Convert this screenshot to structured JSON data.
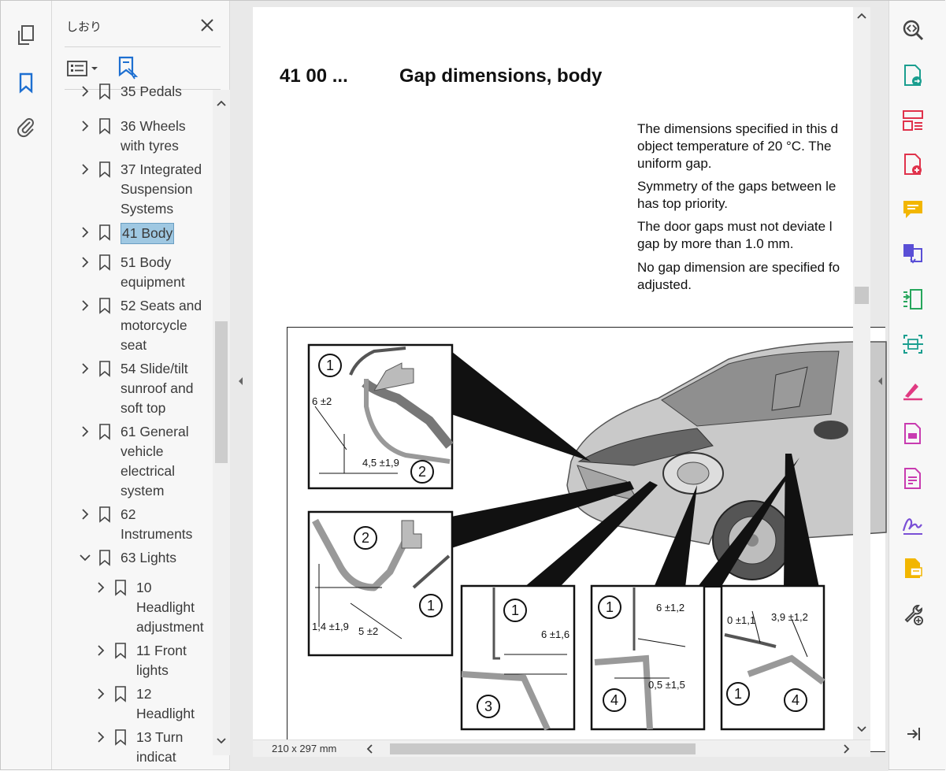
{
  "left_rail": {
    "icons": [
      "pages-icon",
      "bookmark-icon",
      "attachment-icon"
    ]
  },
  "bookmarks_panel": {
    "title": "しおり",
    "items": [
      {
        "label": "35 Pedals",
        "level": 0,
        "expanded": false
      },
      {
        "label": "36 Wheels\nwith tyres",
        "level": 0,
        "expanded": false
      },
      {
        "label": "37 Integrated\nSuspension\nSystems",
        "level": 0,
        "expanded": false
      },
      {
        "label": "41 Body",
        "level": 0,
        "expanded": false,
        "selected": true
      },
      {
        "label": "51 Body\nequipment",
        "level": 0,
        "expanded": false
      },
      {
        "label": "52 Seats and\nmotorcycle\nseat",
        "level": 0,
        "expanded": false
      },
      {
        "label": "54 Slide/tilt\nsunroof and\nsoft top",
        "level": 0,
        "expanded": false
      },
      {
        "label": "61 General\nvehicle\nelectrical\nsystem",
        "level": 0,
        "expanded": false
      },
      {
        "label": "62\nInstruments",
        "level": 0,
        "expanded": false
      },
      {
        "label": "63 Lights",
        "level": 0,
        "expanded": true
      },
      {
        "label": "10\nHeadlight\nadjustment",
        "level": 1,
        "expanded": false
      },
      {
        "label": "11 Front\nlights",
        "level": 1,
        "expanded": false
      },
      {
        "label": "12\nHeadlight",
        "level": 1,
        "expanded": false
      },
      {
        "label": "13 Turn\nindicat",
        "level": 1,
        "expanded": false
      }
    ]
  },
  "document": {
    "heading_number": "41 00 ...",
    "heading_title": "Gap dimensions, body",
    "paragraphs": [
      [
        "The dimensions specified in this d",
        "object temperature of 20 °C. The",
        "uniform gap."
      ],
      [
        "Symmetry of the gaps between le",
        "has top priority."
      ],
      [
        "The door gaps must not deviate l",
        "gap by more than 1.0 mm."
      ],
      [
        "No gap dimension are specified fo",
        "adjusted."
      ]
    ],
    "figure": {
      "callouts": [
        "1",
        "2",
        "3",
        "4"
      ],
      "dimensions": {
        "d1": "6 ±2",
        "d2": "4,5 ±1,9",
        "d3": "1,4 ±1,9",
        "d4": "5 ±2",
        "d5": "6 ±1,6",
        "d6": "6 ±1,2",
        "d7": "0,5 ±1,5",
        "d8": "0 ±1,1",
        "d9": "3,9 ±1,2"
      }
    },
    "page_size": "210 x 297 mm"
  },
  "right_tools": {
    "icons": [
      {
        "name": "zoom-tool-icon",
        "color": "#444444"
      },
      {
        "name": "export-pdf-icon",
        "color": "#1a9e8f"
      },
      {
        "name": "organize-pages-icon",
        "color": "#e0324b"
      },
      {
        "name": "create-pdf-icon",
        "color": "#e0324b"
      },
      {
        "name": "comment-icon",
        "color": "#f2b600"
      },
      {
        "name": "combine-files-icon",
        "color": "#5a4fd6"
      },
      {
        "name": "compress-pdf-icon",
        "color": "#26a65b"
      },
      {
        "name": "scan-ocr-icon",
        "color": "#1a9e8f"
      },
      {
        "name": "fill-sign-icon",
        "color": "#e03a82"
      },
      {
        "name": "edit-pdf-icon",
        "color": "#c83bb0"
      },
      {
        "name": "redact-icon",
        "color": "#c83bb0"
      },
      {
        "name": "signature-icon",
        "color": "#7a4fd6"
      },
      {
        "name": "send-for-comments-icon",
        "color": "#f2b600"
      },
      {
        "name": "more-tools-icon",
        "color": "#444444"
      }
    ]
  }
}
